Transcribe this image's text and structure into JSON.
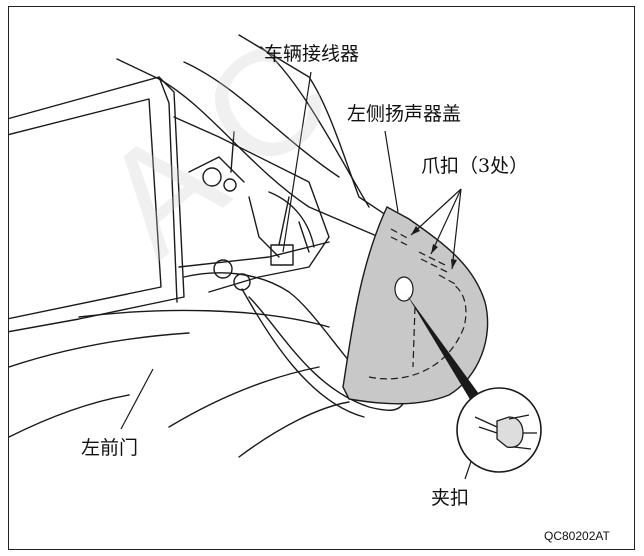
{
  "labels": {
    "connector": "车辆接线器",
    "speaker_cover": "左侧扬声器盖",
    "claw": "爪扣（3处）",
    "front_door": "左前门",
    "clip": "夹扣"
  },
  "figure_code": "QC80202AT",
  "watermark": "AC",
  "colors": {
    "line": "#1a1a1a",
    "cover_fill": "#c8c8c8",
    "border": "#222222"
  }
}
